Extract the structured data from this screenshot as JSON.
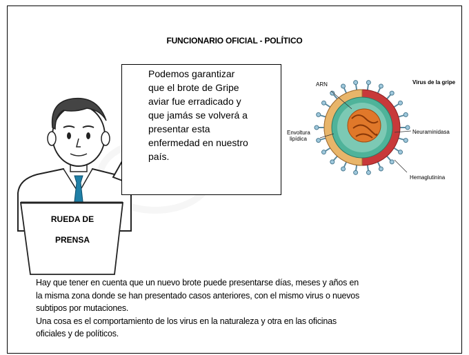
{
  "title": "FUNCIONARIO OFICIAL - POLÍTICO",
  "speech_lines": [
    "Podemos garantizar",
    "que el brote de Gripe",
    "aviar fue erradicado y",
    "que jamás se volverá a",
    "presentar esta",
    "enfermedad en nuestro",
    "país."
  ],
  "podium": {
    "line1": "RUEDA DE",
    "line2": "PRENSA"
  },
  "virus_labels": {
    "title": "Virus de la gripe",
    "arn": "ARN",
    "envoltura_1": "Envoltura",
    "envoltura_2": "lipídica",
    "neuraminidasa": "Neuraminidasa",
    "hemaglutinina": "Hemaglutinina"
  },
  "bottom_lines": [
    "Hay que tener en cuenta que un nuevo brote puede presentarse días, meses y años en",
    "la misma zona donde se han presentado casos anteriores, con el mismo virus o nuevos",
    "subtipos por mutaciones.",
    "Una cosa es el comportamiento de los virus en la naturaleza y otra en las oficinas",
    "oficiales y de políticos."
  ],
  "colors": {
    "tie": "#1f7fa6",
    "virus_outer": "#c8393a",
    "virus_shell": "#e8b56a",
    "virus_inner": "#4fb39a",
    "virus_core": "#e0782a",
    "spike": "#9fc8dc"
  },
  "icons": [
    "businessman-illustration",
    "podium-icon",
    "virus-diagram"
  ]
}
